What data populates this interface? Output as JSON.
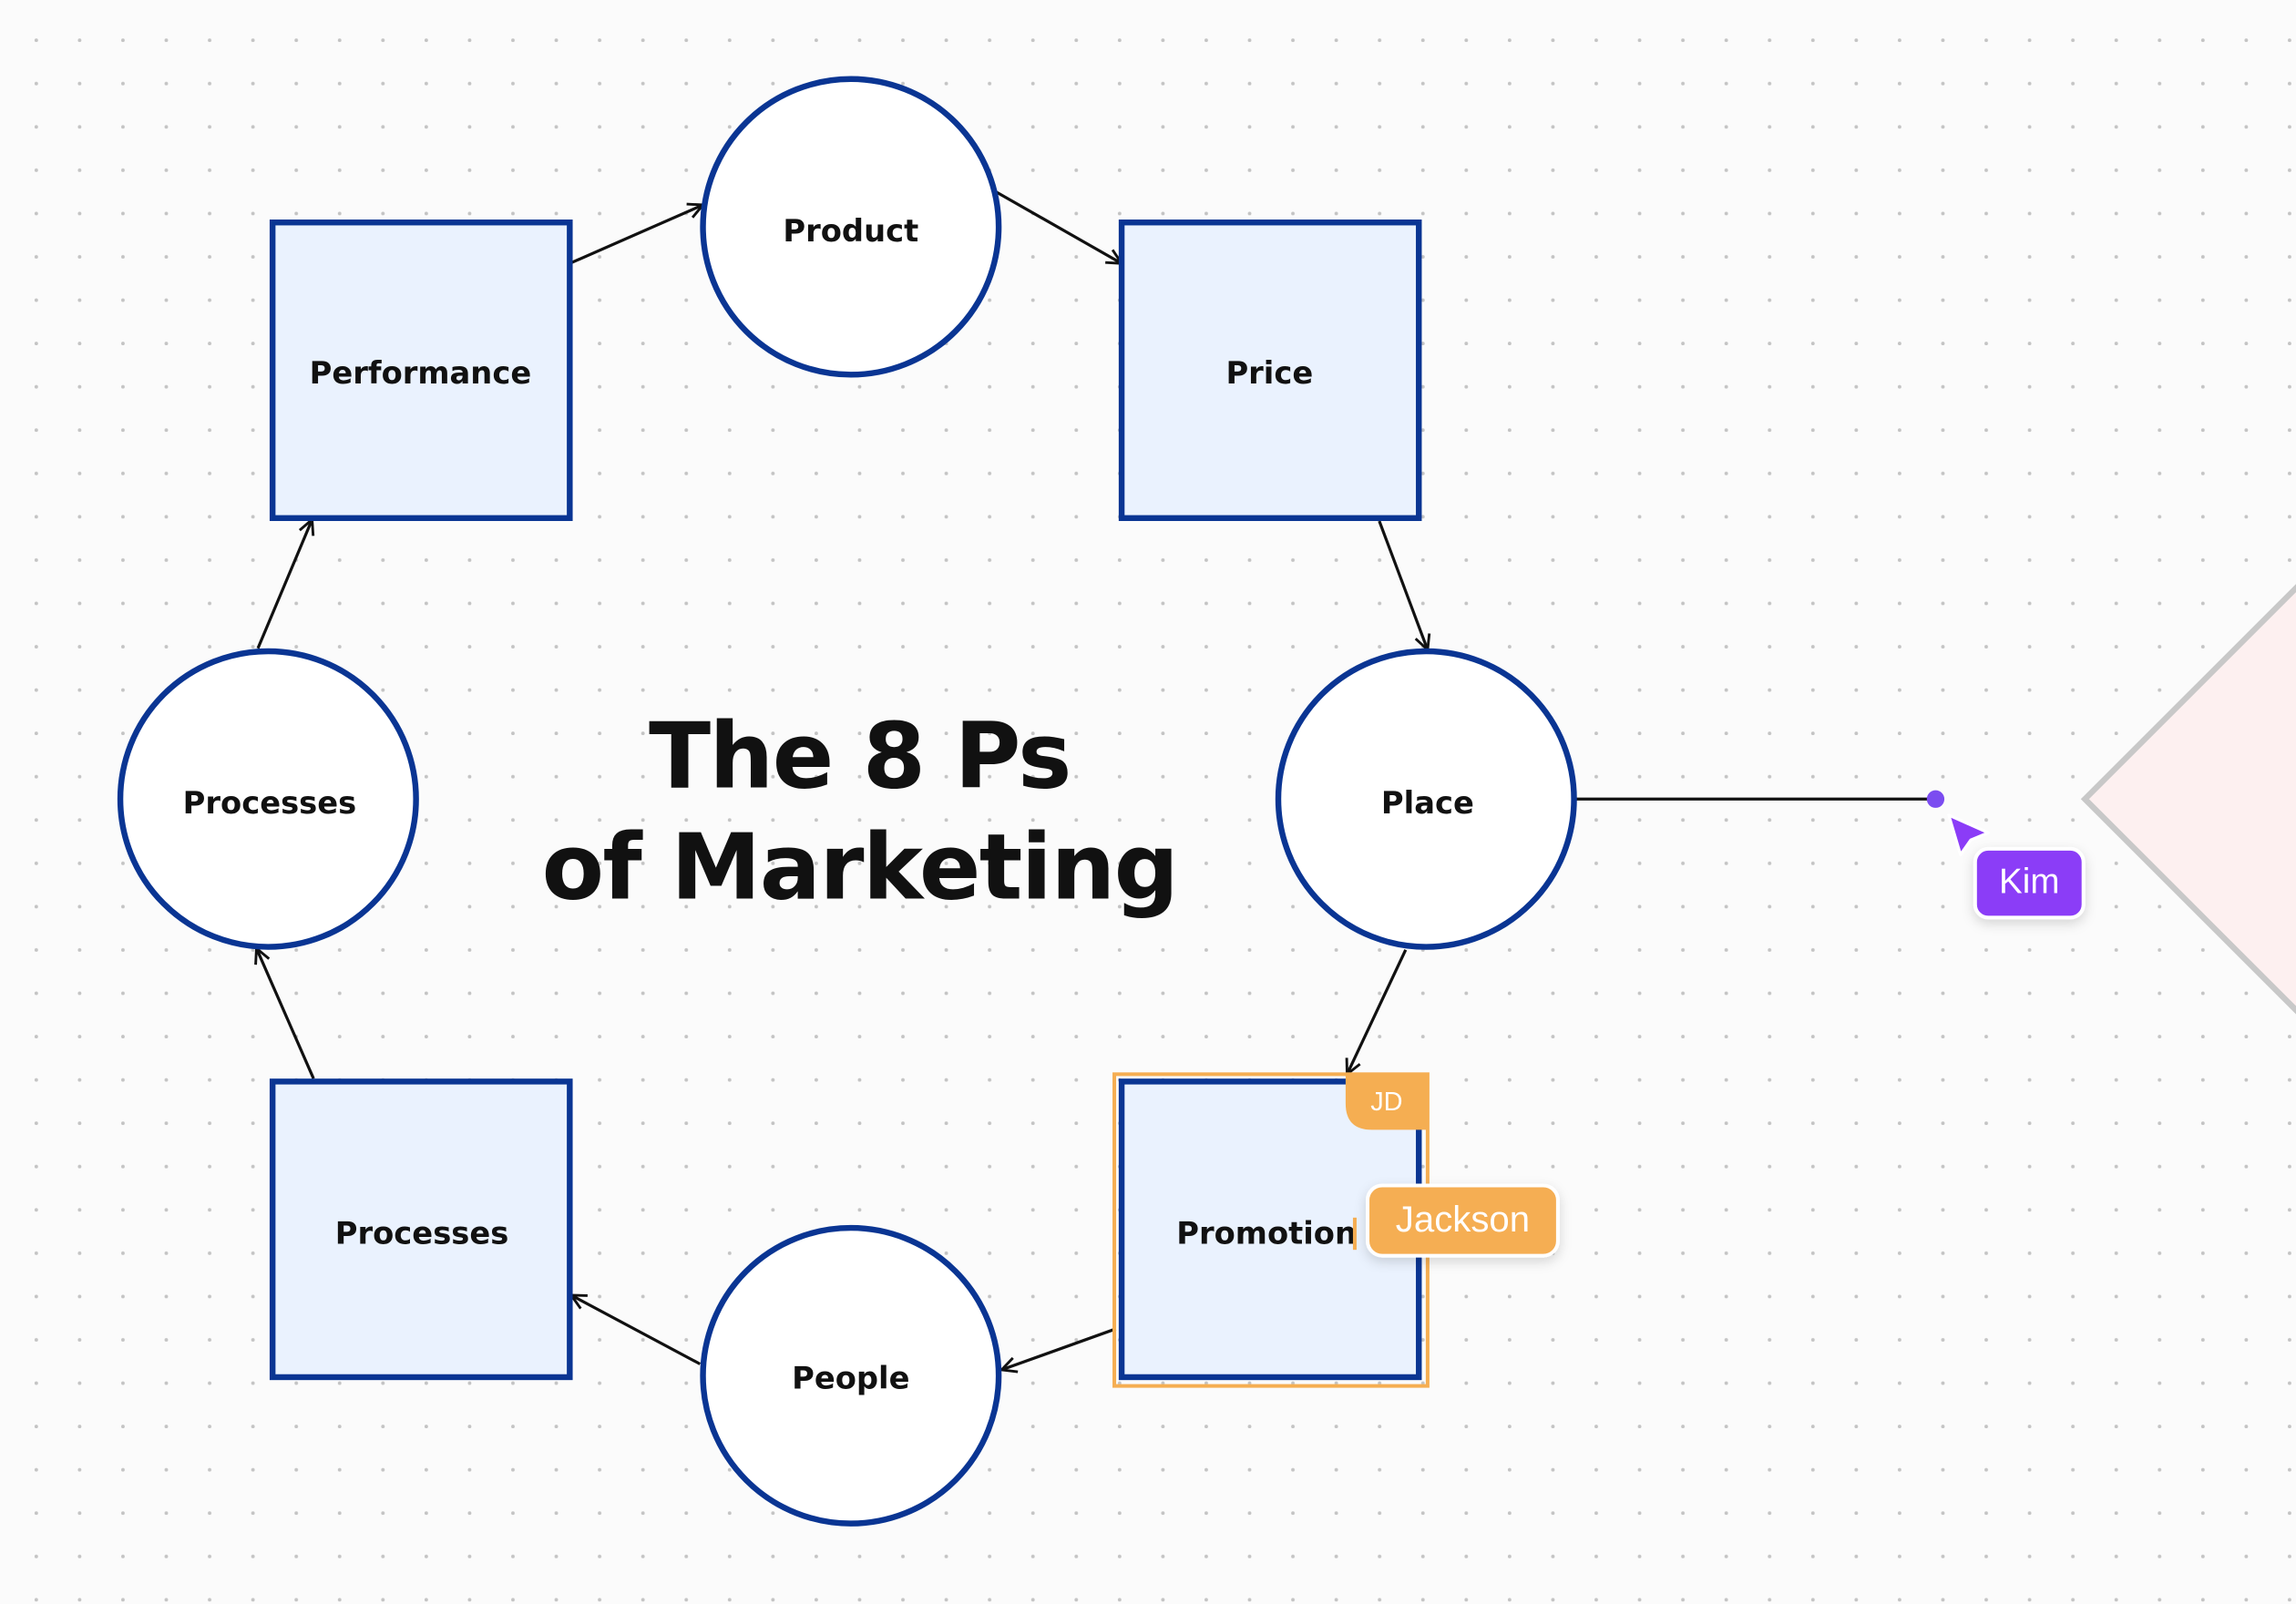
{
  "diagram": {
    "title_line1": "The 8 Ps",
    "title_line2": "of Marketing",
    "nodes": [
      {
        "label": "Performance",
        "shape": "square"
      },
      {
        "label": "Product",
        "shape": "circle"
      },
      {
        "label": "Price",
        "shape": "square"
      },
      {
        "label": "Place",
        "shape": "circle"
      },
      {
        "label": "Promotion",
        "shape": "square"
      },
      {
        "label": "People",
        "shape": "circle"
      },
      {
        "label": "Processes",
        "shape": "square"
      },
      {
        "label": "Processes",
        "shape": "circle"
      }
    ]
  },
  "collaborators": {
    "selection_badge": "JD",
    "selection_user": "Jackson",
    "cursor_user": "Kim"
  },
  "colors": {
    "node_stroke": "#0a3593",
    "square_fill": "#eaf2fe",
    "jackson": "#f5ae52",
    "kim": "#8b3cf7",
    "diamond_fill": "#fdf0f0",
    "diamond_stroke": "#c8c8c8"
  }
}
